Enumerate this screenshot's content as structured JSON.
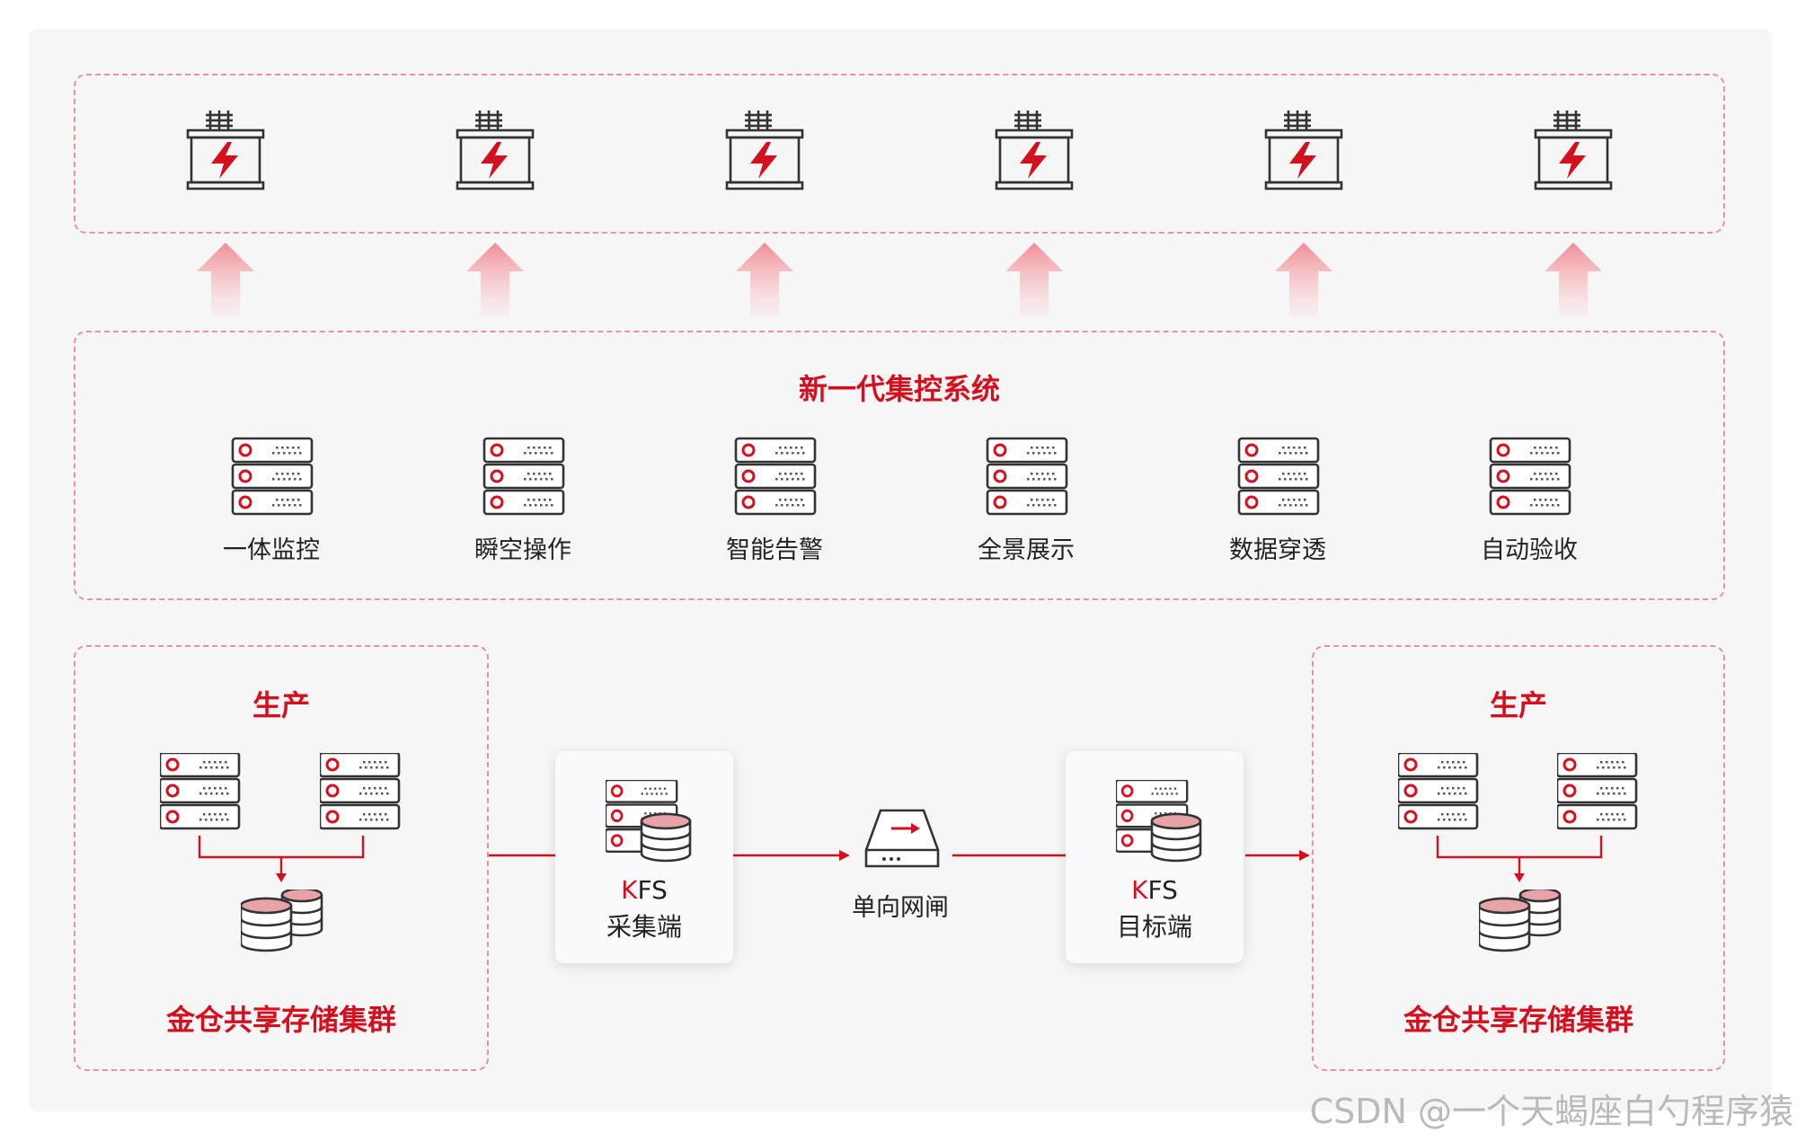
{
  "top_row": {
    "transformers": [
      {
        "icon": "transformer-icon"
      },
      {
        "icon": "transformer-icon"
      },
      {
        "icon": "transformer-icon"
      },
      {
        "icon": "transformer-icon"
      },
      {
        "icon": "transformer-icon"
      },
      {
        "icon": "transformer-icon"
      }
    ]
  },
  "control_system": {
    "title": "新一代集控系统",
    "modules": [
      {
        "label": "一体监控",
        "icon": "server-icon"
      },
      {
        "label": "瞬空操作",
        "icon": "server-icon"
      },
      {
        "label": "智能告警",
        "icon": "server-icon"
      },
      {
        "label": "全景展示",
        "icon": "server-icon"
      },
      {
        "label": "数据穿透",
        "icon": "server-icon"
      },
      {
        "label": "自动验收",
        "icon": "server-icon"
      }
    ]
  },
  "left_production": {
    "title": "生产",
    "storage_label": "金仓共享存储集群"
  },
  "right_production": {
    "title": "生产",
    "storage_label": "金仓共享存储集群"
  },
  "collector": {
    "brand_k": "K",
    "brand_rest": "FS",
    "label": "采集端"
  },
  "target": {
    "brand_k": "K",
    "brand_rest": "FS",
    "label": "目标端"
  },
  "gateway": {
    "label": "单向网闸",
    "icon": "gateway-icon"
  },
  "watermark": "CSDN @一个天蝎座白勺程序猿",
  "colors": {
    "accent": "#d4101f",
    "dash": "#e8939a",
    "panel": "#f6f6f7"
  }
}
